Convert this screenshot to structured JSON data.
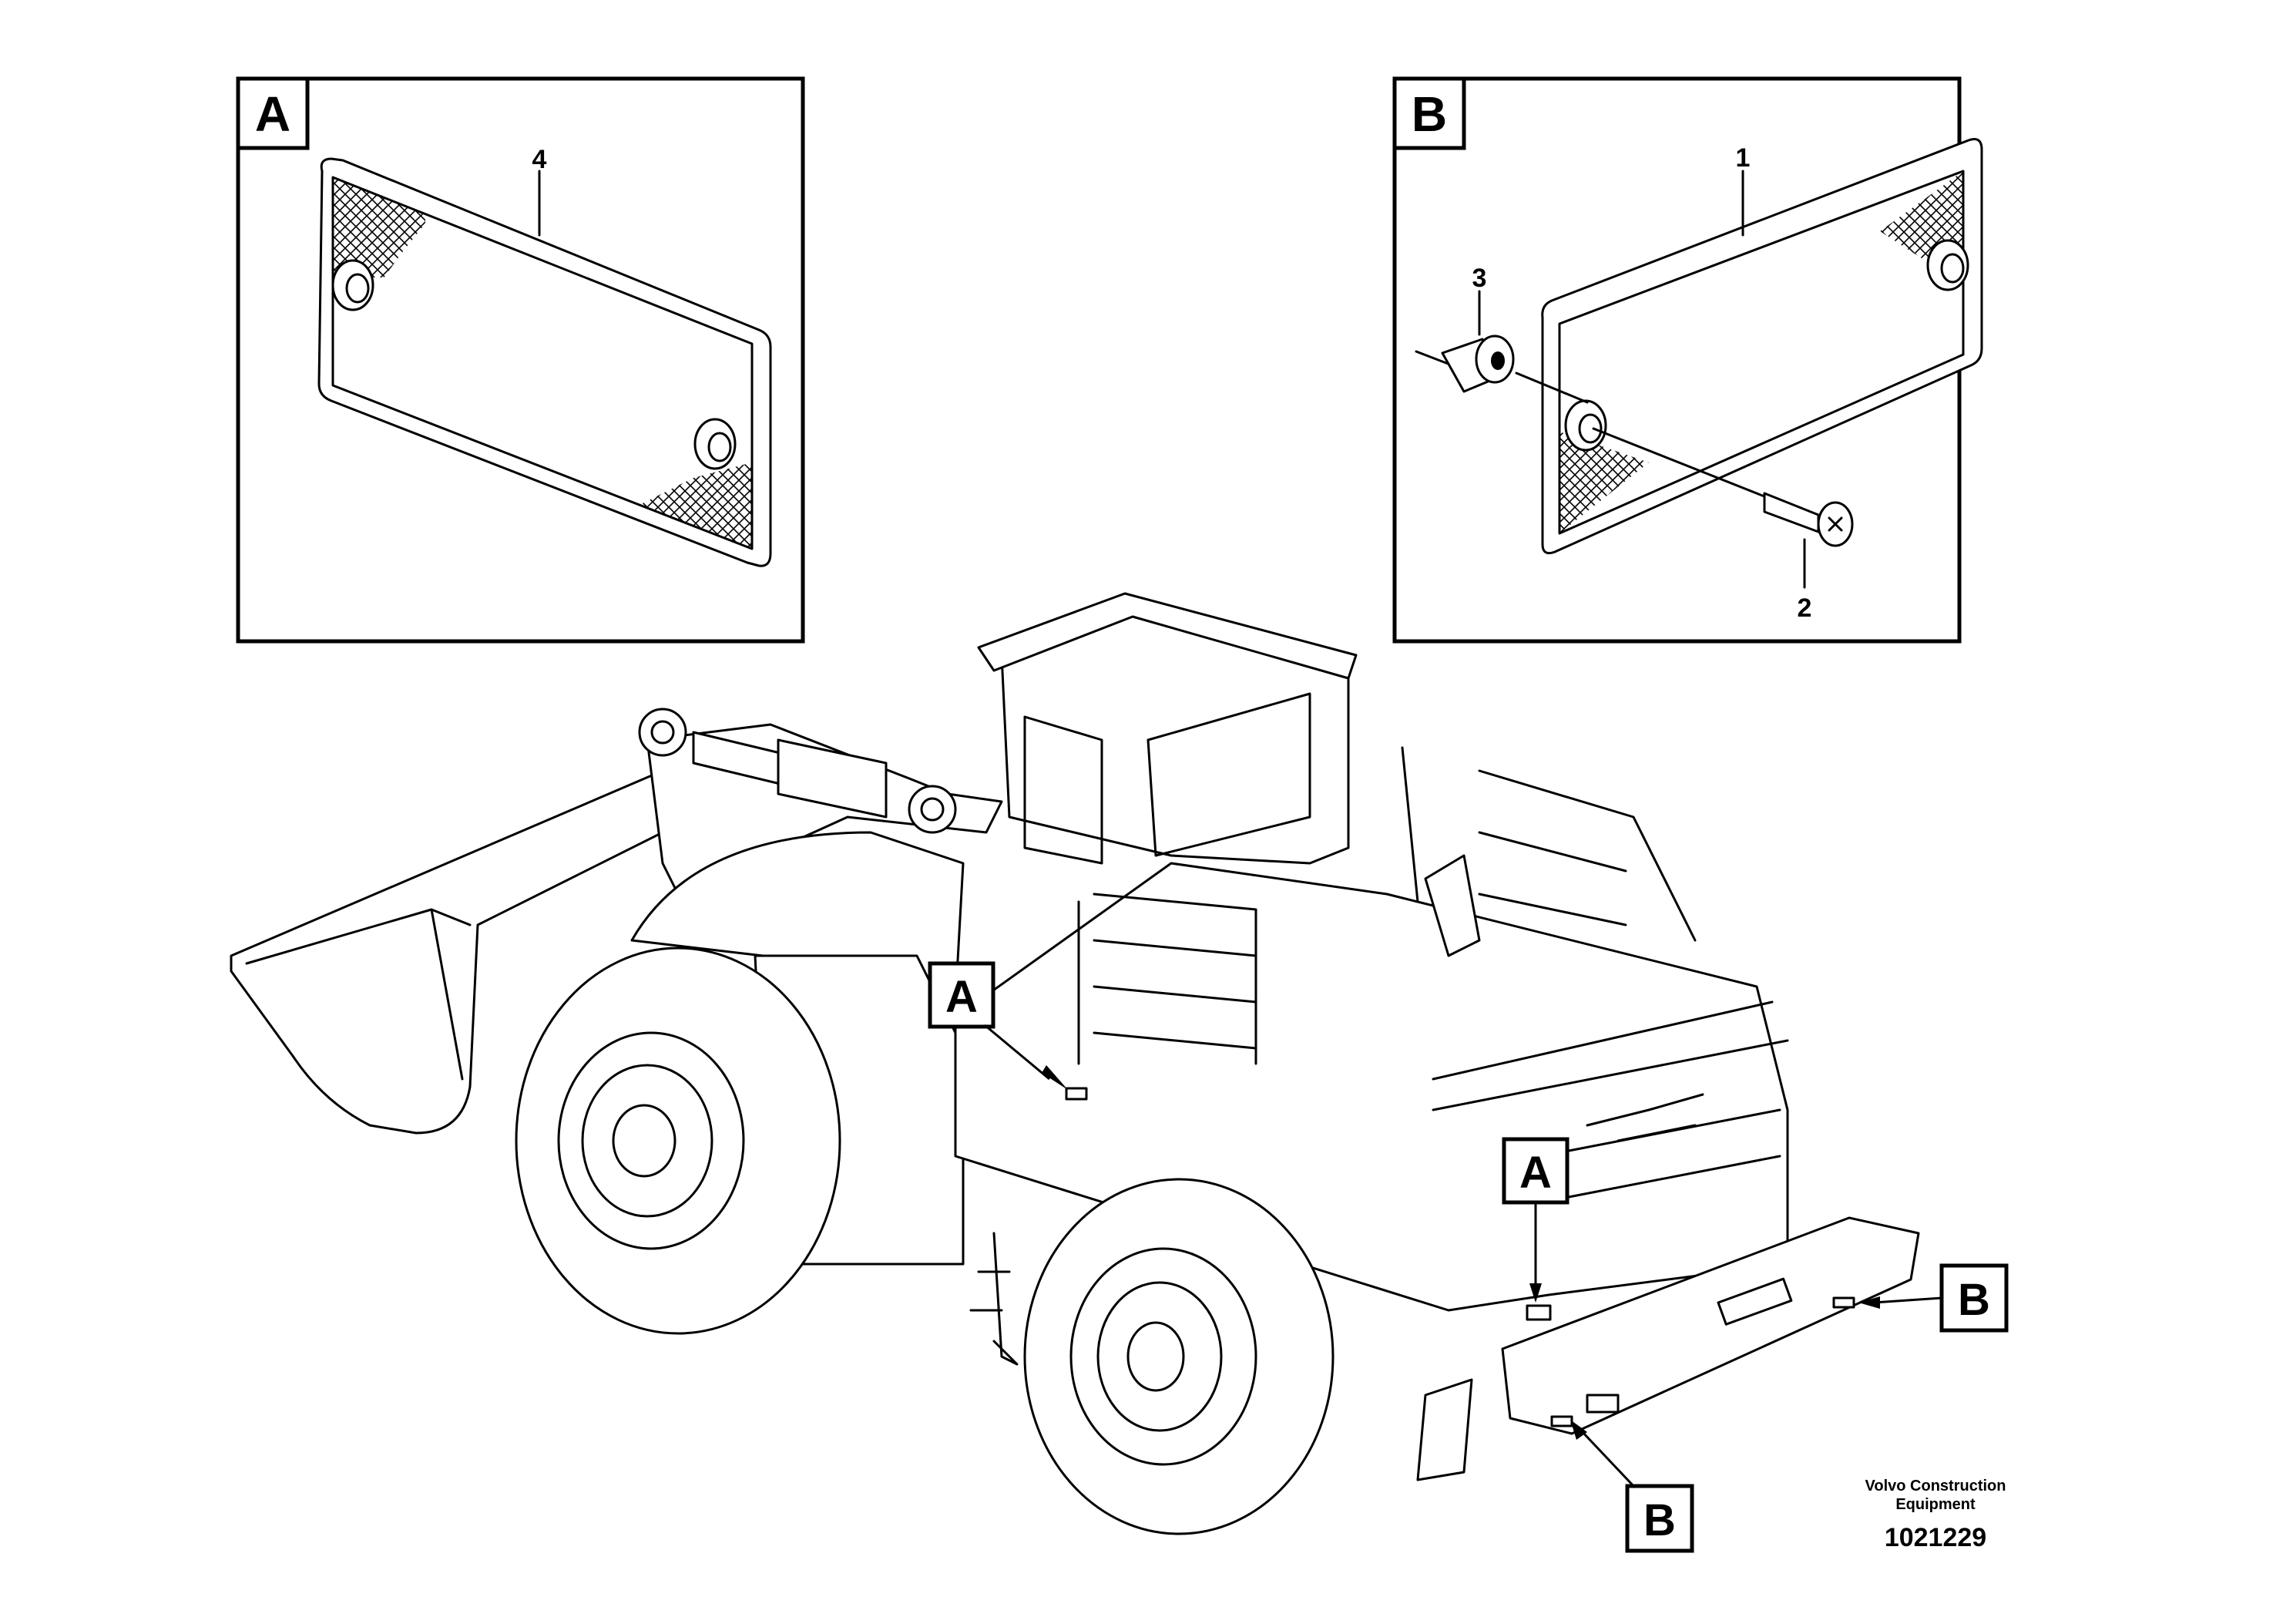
{
  "detail_a": {
    "label": "A",
    "callouts": [
      {
        "number": "4"
      }
    ]
  },
  "detail_b": {
    "label": "B",
    "callouts": [
      {
        "number": "1"
      },
      {
        "number": "2"
      },
      {
        "number": "3"
      }
    ]
  },
  "machine": {
    "markers": [
      "A",
      "A",
      "B",
      "B"
    ]
  },
  "footer": {
    "company_line1": "Volvo Construction",
    "company_line2": "Equipment",
    "figure_number": "1021229"
  }
}
